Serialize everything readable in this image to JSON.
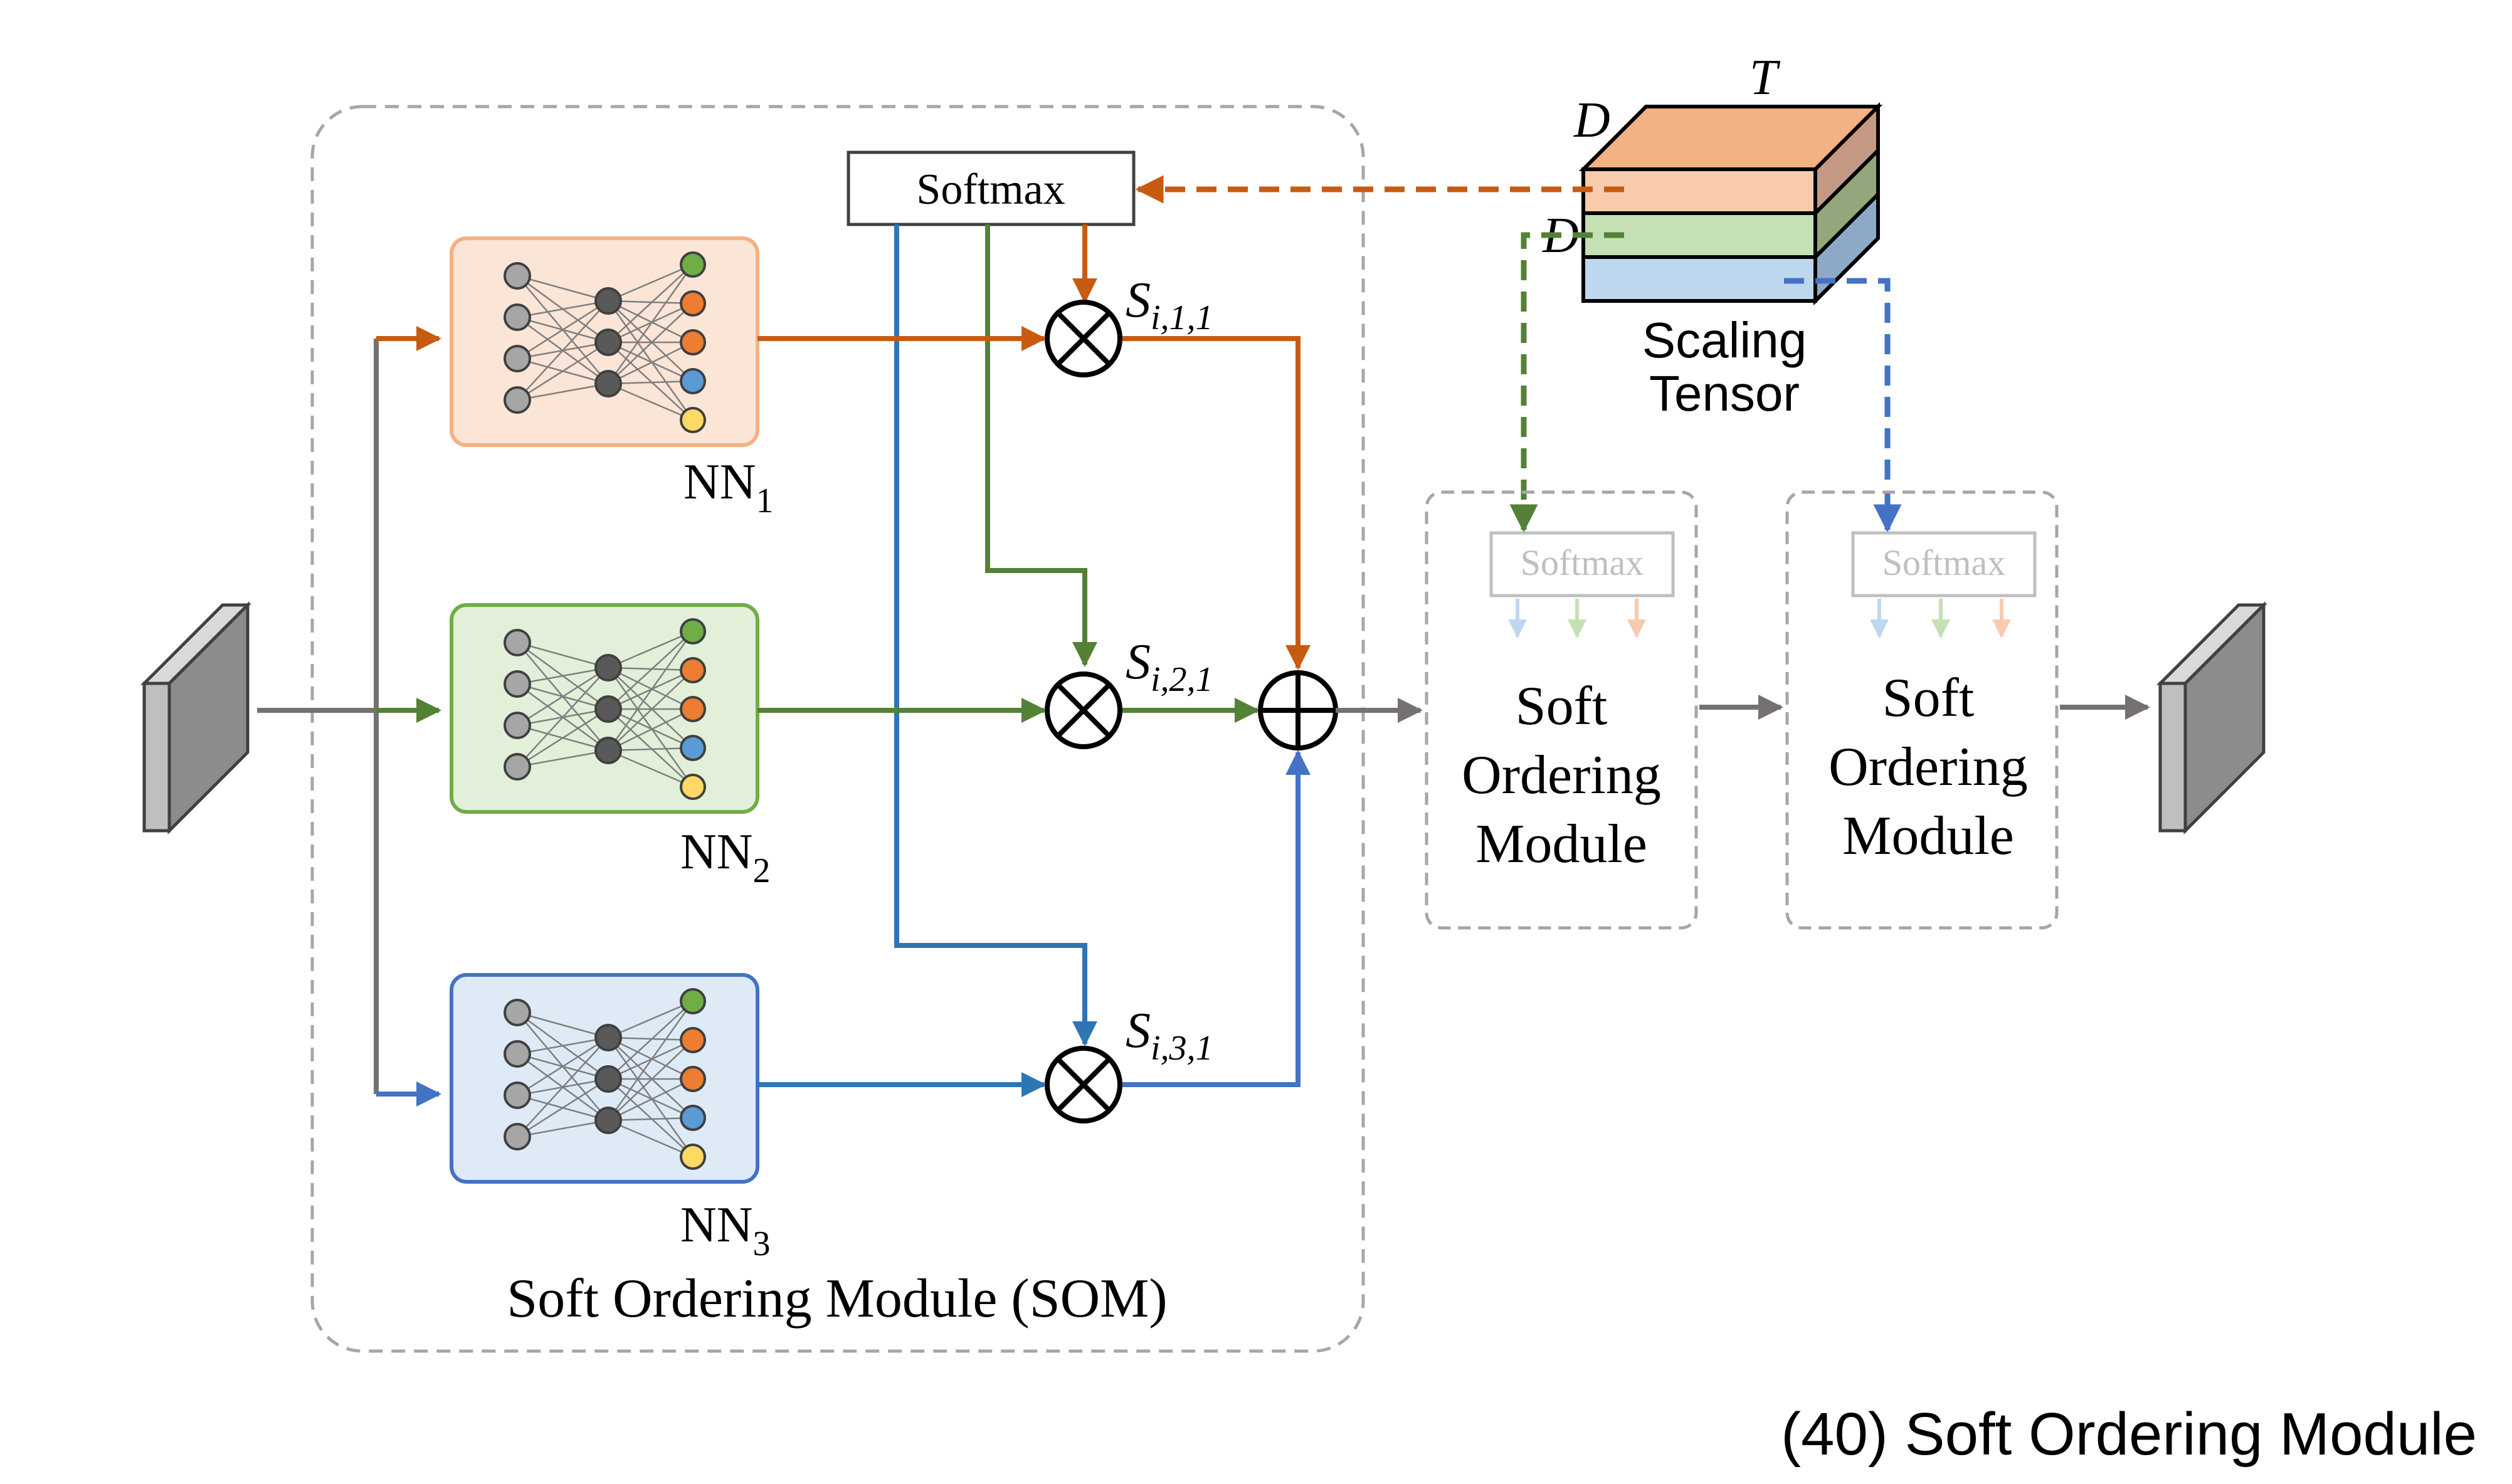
{
  "caption": "(40) Soft Ordering Module",
  "som_label": "Soft Ordering Module (SOM)",
  "softmax_label": "Softmax",
  "networks": [
    {
      "name": "NN",
      "sub": "1"
    },
    {
      "name": "NN",
      "sub": "2"
    },
    {
      "name": "NN",
      "sub": "3"
    }
  ],
  "scale_labels": [
    {
      "main": "S",
      "sub": "i,1,1"
    },
    {
      "main": "S",
      "sub": "i,2,1"
    },
    {
      "main": "S",
      "sub": "i,3,1"
    }
  ],
  "tensor": {
    "dim_t": "T",
    "dim_d_top": "D",
    "dim_d_side": "D",
    "label_line1": "Scaling",
    "label_line2": "Tensor"
  },
  "module_blocks": [
    {
      "softmax": "Softmax",
      "line1": "Soft",
      "line2": "Ordering",
      "line3": "Module"
    },
    {
      "softmax": "Softmax",
      "line1": "Soft",
      "line2": "Ordering",
      "line3": "Module"
    }
  ],
  "colors": {
    "orange": "#c75b12",
    "green": "#538135",
    "blue": "#2e75b6",
    "gray": "#767171",
    "orange_fill": "#fbe5d6",
    "green_fill": "#e2f0d9",
    "blue_fill": "#deebf7"
  }
}
